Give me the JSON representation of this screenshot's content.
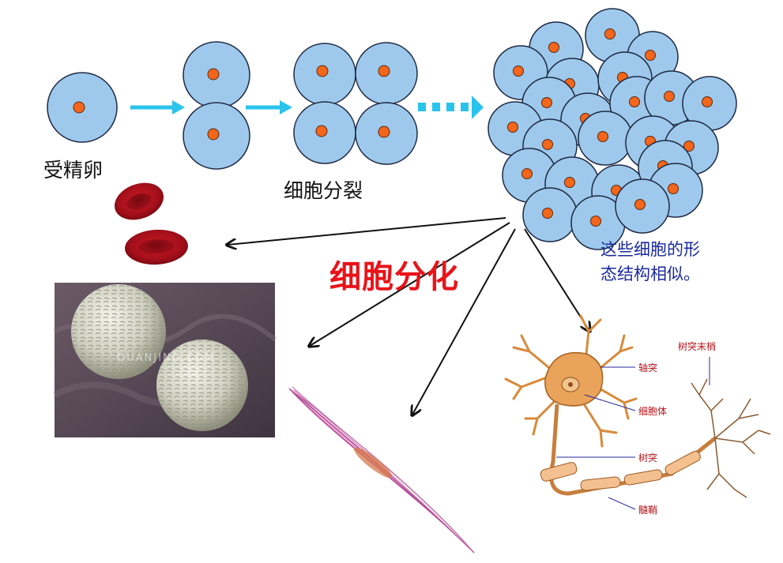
{
  "labels": {
    "fertilized_egg": "受精卵",
    "cell_division": "细胞分裂",
    "cell_differentiation": "细胞分化",
    "similar_note_line1": "这些细胞的形",
    "similar_note_line2": "态结构相似。"
  },
  "neuron_labels": {
    "axon": "轴突",
    "cell_body": "细胞体",
    "dendrite": "树突",
    "myelin": "髓鞘",
    "dendrite_terminal": "树突末梢"
  },
  "watermark": "QUANJING.COM",
  "colors": {
    "cell_fill": "#9ec9ec",
    "cell_stroke": "#1e2a44",
    "nucleus": "#f4661b",
    "arrow_cyan": "#29c3ec",
    "title_red": "#e8141a",
    "note_blue": "#1a2a9e",
    "rbc_red": "#a3101c",
    "neuron_orange": "#d88a3a",
    "muscle_pink": "#d88cc0"
  }
}
